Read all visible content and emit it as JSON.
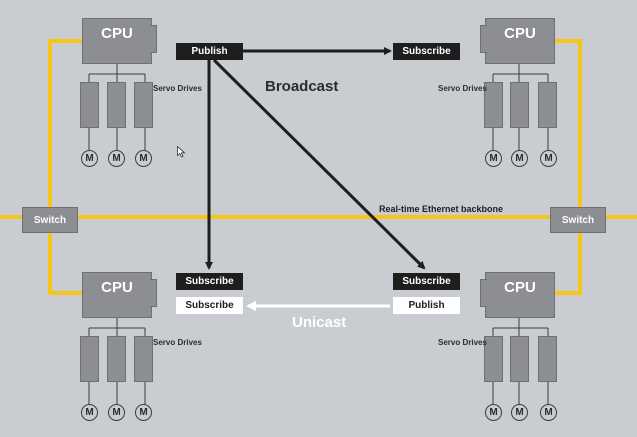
{
  "labels": {
    "cpu": "CPU",
    "servo_drives": "Servo Drives",
    "motor": "M",
    "switch": "Switch",
    "publish": "Publish",
    "subscribe": "Subscribe",
    "broadcast": "Broadcast",
    "unicast": "Unicast",
    "backbone": "Real-time Ethernet backbone"
  },
  "colors": {
    "background": "#c9ccd0",
    "ethernet_line": "#f5c518",
    "box_gray": "#8c8e91",
    "dark_tag": "#1e1e1e",
    "light_tag": "#ffffff",
    "arrow_dark": "#1e1e1e",
    "arrow_light": "#ffffff"
  },
  "icons": {
    "cursor": "mouse-pointer-icon",
    "motor": "motor-circle-icon",
    "arrow": "arrow-head-icon"
  }
}
